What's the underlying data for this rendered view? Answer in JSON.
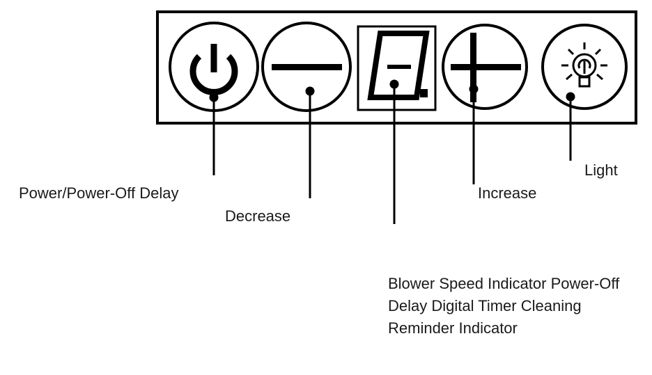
{
  "panel": {
    "buttons": [
      {
        "id": "power",
        "icon": "power-icon"
      },
      {
        "id": "decrease",
        "icon": "minus-icon"
      },
      {
        "id": "display",
        "icon": "seven-segment-display-icon"
      },
      {
        "id": "increase",
        "icon": "plus-icon"
      },
      {
        "id": "light",
        "icon": "light-bulb-icon"
      }
    ]
  },
  "labels": {
    "power": "Power/Power-Off Delay",
    "decrease": "Decrease",
    "display": "Blower Speed Indicator Power-Off Delay Digital Timer Cleaning Reminder Indicator",
    "increase": "Increase",
    "light": "Light"
  },
  "colors": {
    "ink": "#000000",
    "text": "#1a1a1a",
    "background": "#ffffff"
  }
}
